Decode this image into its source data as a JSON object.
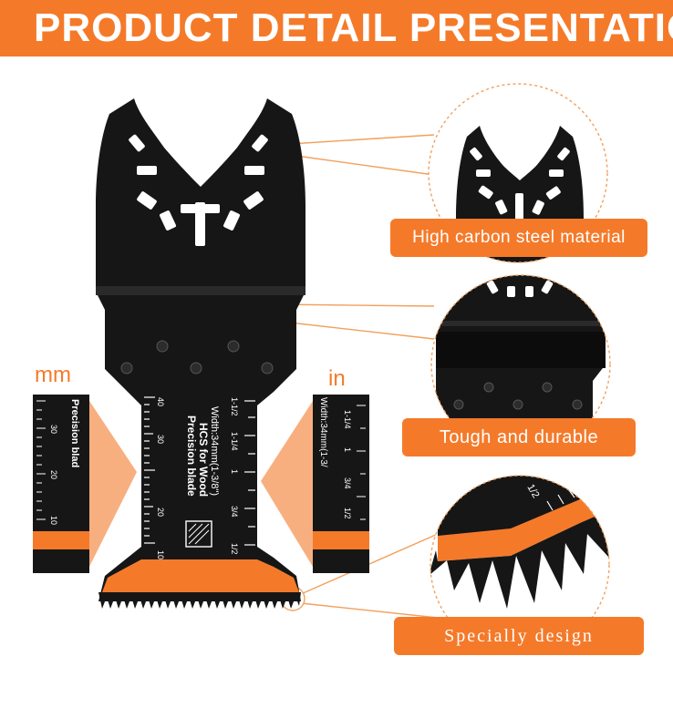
{
  "banner": {
    "title": "PRODUCT DETAIL PRESENTATION",
    "color": "#f47a2a"
  },
  "colors": {
    "accent": "#f47a2a",
    "blade": "#161616",
    "callout_line": "#f2a05c"
  },
  "callouts": [
    {
      "label": "High carbon steel material"
    },
    {
      "label": "Tough and durable"
    },
    {
      "label": "Specially design"
    }
  ],
  "units": {
    "left": "mm",
    "right": "in"
  },
  "blade": {
    "line1": "Precision blade",
    "line2": "HCS for Wood",
    "line3": "Width:34mm(1-3/8\")",
    "mm_ticks": [
      "40",
      "30",
      "20",
      "10"
    ],
    "inch_ticks": [
      "1-1/2",
      "1-1/4",
      "1",
      "3/4",
      "1/2"
    ]
  },
  "detail_mm": {
    "text": "Precision blad",
    "ticks": [
      "30",
      "20",
      "10"
    ]
  },
  "detail_in": {
    "text": "Width:34mm(1-3/",
    "ticks": [
      "1-1/4",
      "1",
      "3/4",
      "1/2"
    ]
  },
  "teeth_detail": {
    "tick": "1/2"
  }
}
